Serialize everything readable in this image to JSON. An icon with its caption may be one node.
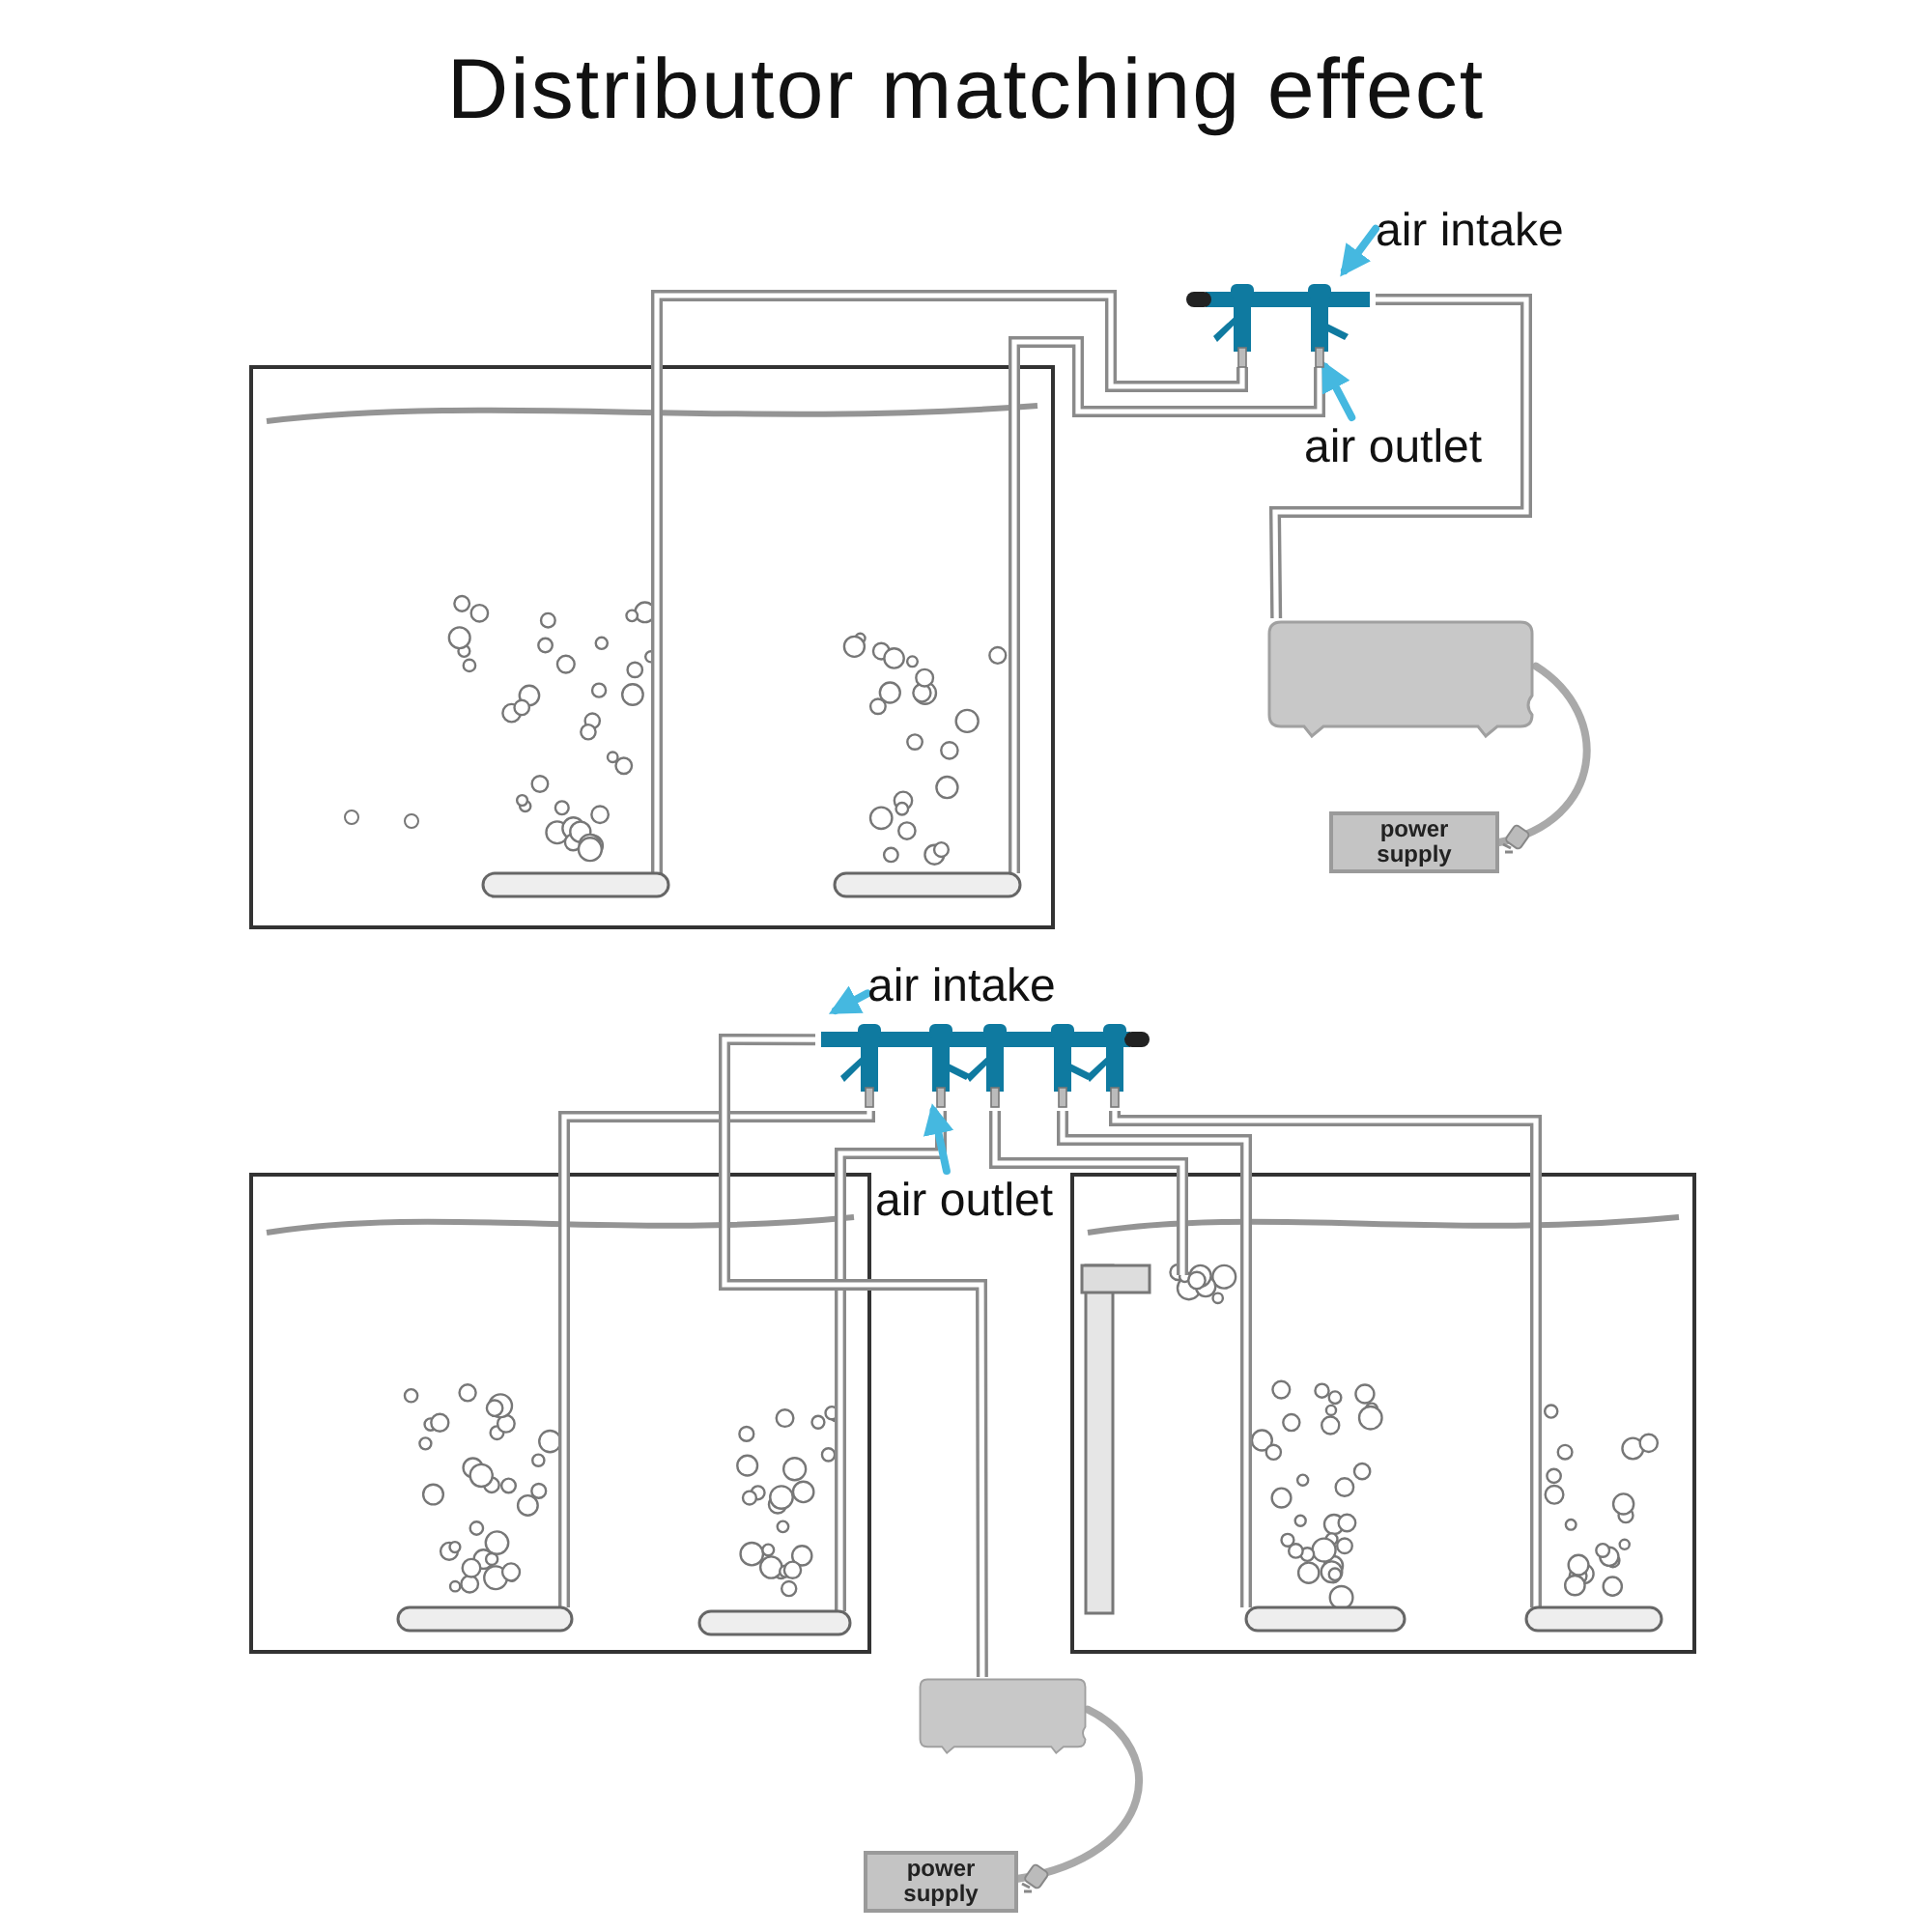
{
  "diagram": {
    "title": "Distributor matching effect",
    "nodes": [
      {
        "text": [
          "air intake"
        ]
      },
      {
        "text": [],
        "shape": "picture"
      },
      {
        "text": [
          "air outlet"
        ]
      },
      {
        "text": [],
        "shape": "box"
      },
      {
        "text": [
          "power supply"
        ]
      },
      {
        "text": [
          "air intake"
        ]
      },
      {
        "text": [],
        "shape": "picture"
      },
      {
        "text": [
          "air outlet"
        ]
      },
      {
        "text": [],
        "shape": "box"
      },
      {
        "text": [
          "power supply"
        ]
      }
    ],
    "edges": [
      {
        "from": 0,
        "to": 1,
        "arrow": "to",
        "color": "#45b8e0"
      },
      {
        "from": 2,
        "to": 1,
        "arrow": "to",
        "color": "#45b8e0"
      },
      {
        "from": 3,
        "to": 1,
        "arrow": "none"
      },
      {
        "from": 3,
        "to": 4,
        "arrow": "none",
        "color": "#a9a9a9"
      },
      {
        "from": 5,
        "to": 6,
        "arrow": "to",
        "color": "#45b8e0"
      },
      {
        "from": 7,
        "to": 6,
        "arrow": "to",
        "color": "#45b8e0"
      },
      {
        "from": 8,
        "to": 6,
        "arrow": "none"
      },
      {
        "from": 8,
        "to": 9,
        "arrow": "none",
        "color": "#a9a9a9"
      }
    ]
  }
}
